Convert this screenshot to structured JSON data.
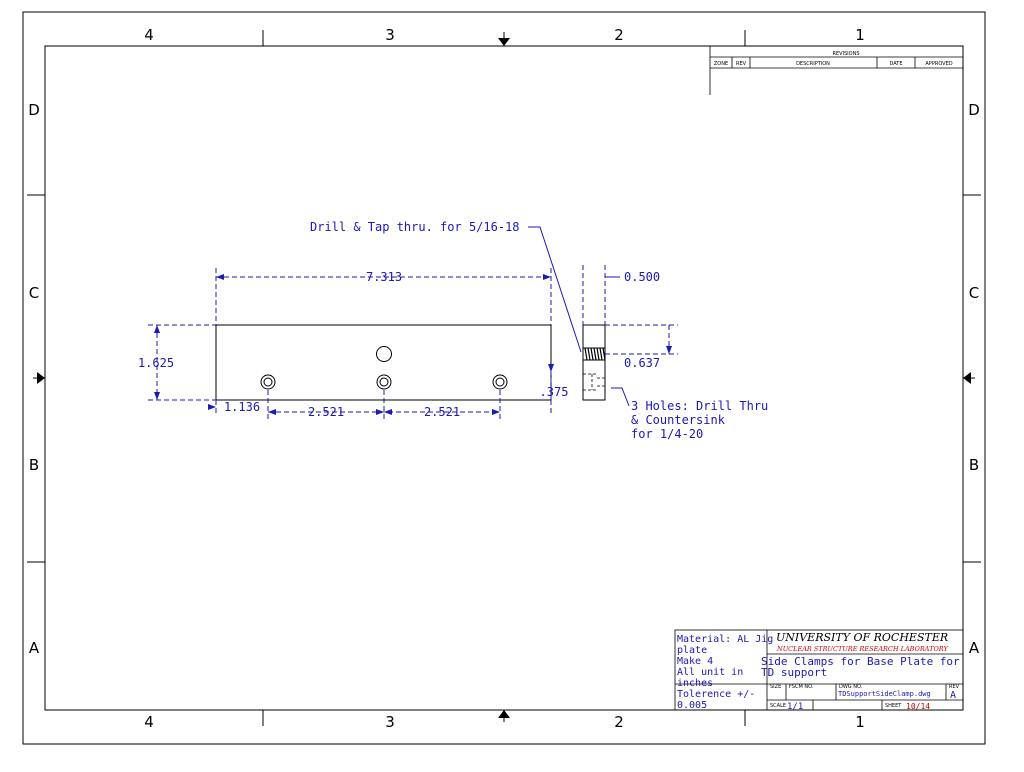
{
  "border": {
    "columns": [
      "4",
      "3",
      "2",
      "1"
    ],
    "rows": [
      "D",
      "C",
      "B",
      "A"
    ]
  },
  "revisions": {
    "title": "REVISIONS",
    "headers": [
      "ZONE",
      "REV",
      "DESCRIPTION",
      "DATE",
      "APPROVED"
    ]
  },
  "drawing": {
    "note_drill_tap": "Drill & Tap thru. for 5/16-18",
    "note_holes": [
      "3 Holes: Drill Thru",
      "& Countersink",
      "for 1/4-20"
    ],
    "dims": {
      "overall_length": "7.313",
      "height": "1.625",
      "end_offset": "1.136",
      "spacing_1": "2.521",
      "spacing_2": "2.521",
      "hole_height": ".375",
      "thickness": "0.500",
      "tap_height": "0.637"
    }
  },
  "title_block": {
    "notes": [
      "Material: AL Jig",
      "plate",
      "Make 4",
      "All unit in",
      "inches",
      "Tolerence +/-",
      "0.005"
    ],
    "university": "UNIVERSITY OF ROCHESTER",
    "lab": "NUCLEAR STRUCTURE RESEARCH LABORATORY",
    "title_lines": [
      "Side Clamps for Base Plate for",
      "TD support"
    ],
    "size_label": "SIZE",
    "fscm_label": "FSCM NO.",
    "dwg_label": "DWG NO.",
    "dwg_no": "TDSupportSideClamp.dwg",
    "rev_label": "REV",
    "rev": "A",
    "scale_label": "SCALE",
    "scale": "1/1",
    "sheet_label": "SHEET",
    "sheet": "10/14"
  },
  "colors": {
    "border": "#000000",
    "dimension": "#1a1ab4",
    "lab_name": "#cc0000"
  }
}
